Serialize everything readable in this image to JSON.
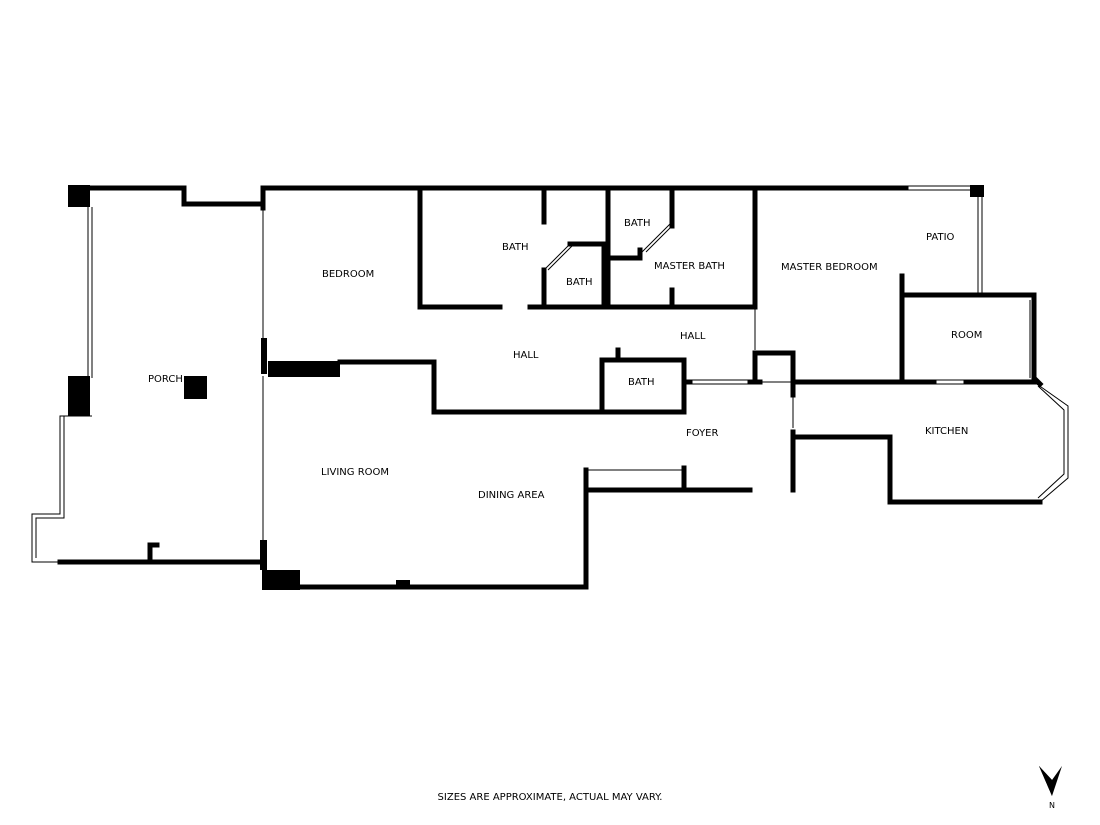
{
  "floorplan": {
    "rooms": {
      "porch": "PORCH",
      "bedroom": "BEDROOM",
      "bath_upper": "BATH",
      "bath_small": "BATH",
      "bath_top": "BATH",
      "master_bath": "MASTER BATH",
      "master_bedroom": "MASTER BEDROOM",
      "patio": "PATIO",
      "hall_left": "HALL",
      "hall_right": "HALL",
      "bath_hall": "BATH",
      "room": "ROOM",
      "foyer": "FOYER",
      "kitchen": "KITCHEN",
      "living_room": "LIVING ROOM",
      "dining_area": "DINING AREA"
    },
    "disclaimer": "SIZES ARE APPROXIMATE, ACTUAL MAY VARY.",
    "compass": {
      "label": "N"
    }
  }
}
